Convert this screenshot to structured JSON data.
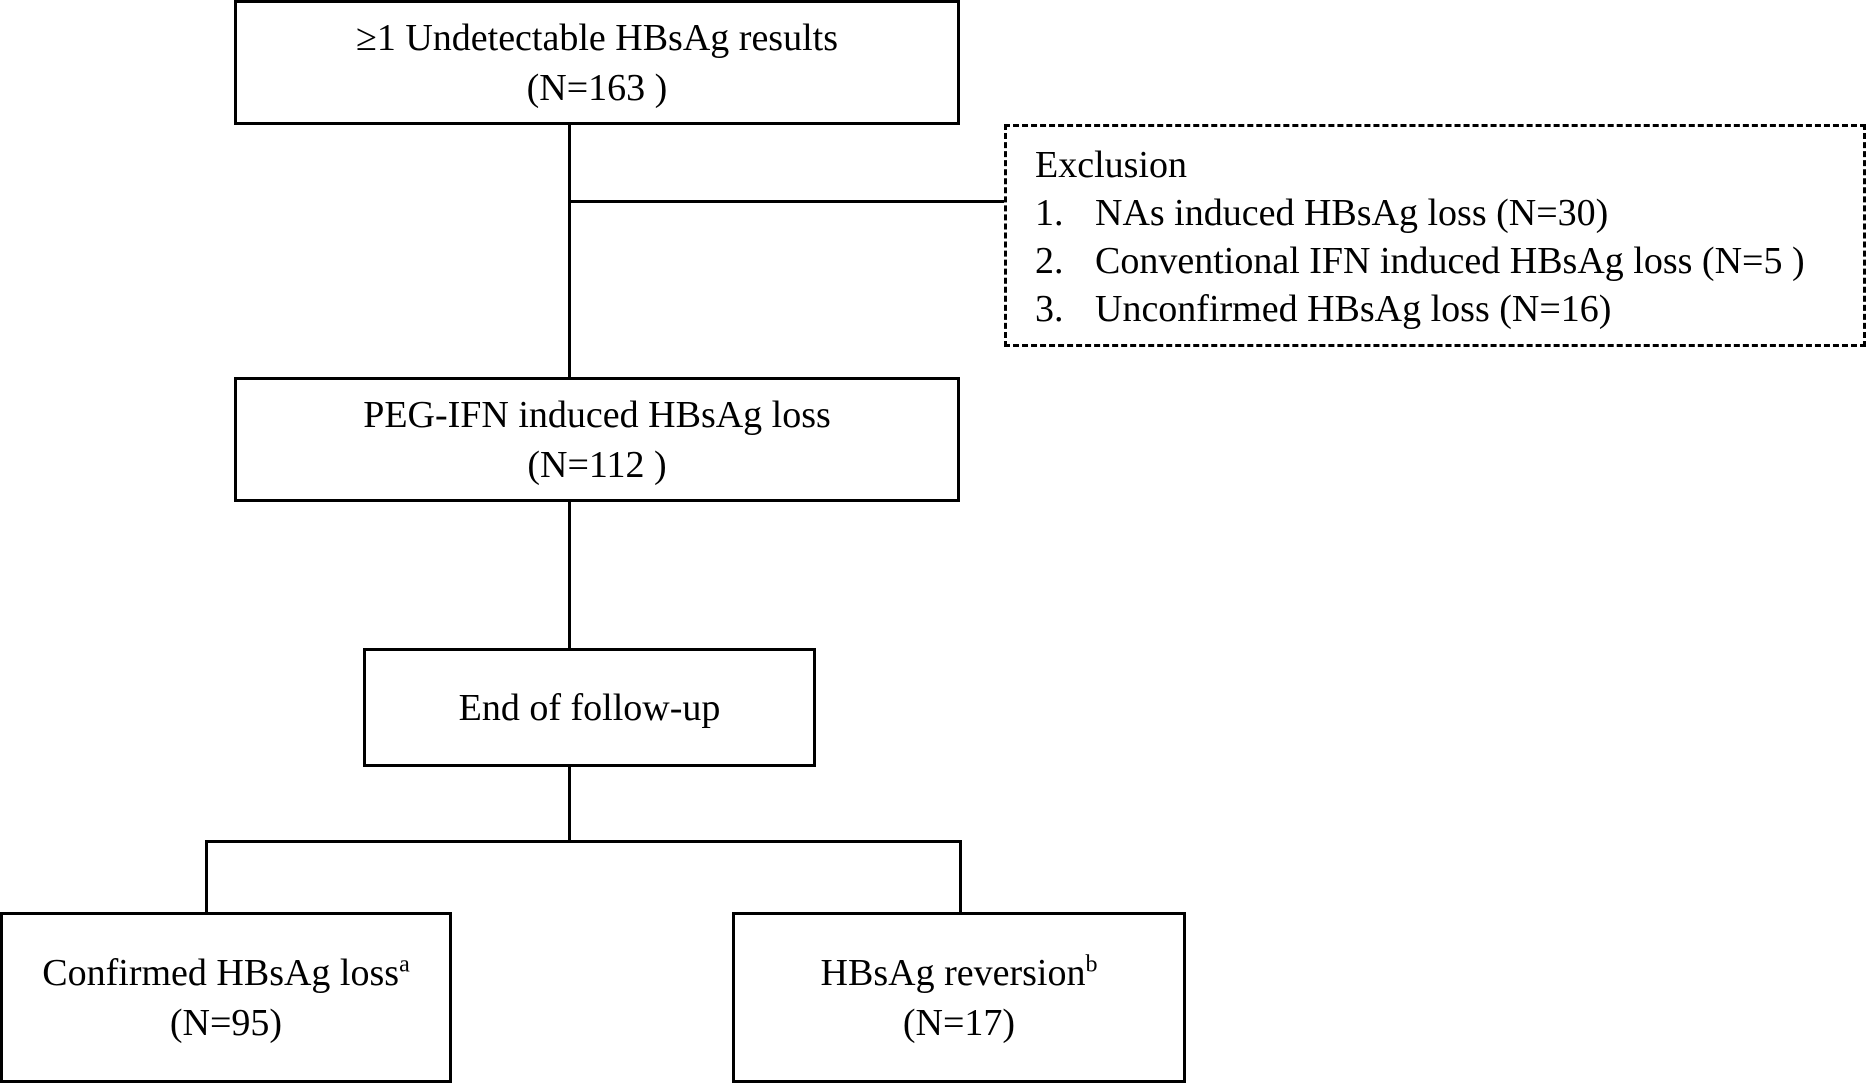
{
  "boxes": {
    "undetectable": {
      "line1": "≥1 Undetectable HBsAg results",
      "line2": "(N=163 )"
    },
    "peg_ifn": {
      "line1": "PEG-IFN induced HBsAg loss",
      "line2": "(N=112 )"
    },
    "end_followup": {
      "line1": "End of follow-up"
    },
    "confirmed": {
      "line1": "Confirmed HBsAg loss",
      "sup": "a",
      "line2": "(N=95)"
    },
    "reversion": {
      "line1": "HBsAg reversion",
      "sup": "b",
      "line2": "(N=17)"
    }
  },
  "exclusion": {
    "title": "Exclusion",
    "items": [
      {
        "num": "1.",
        "text": "NAs induced HBsAg loss (N=30)"
      },
      {
        "num": "2.",
        "text": "Conventional IFN induced HBsAg loss (N=5 )"
      },
      {
        "num": "3.",
        "text": "Unconfirmed HBsAg loss (N=16)"
      }
    ]
  }
}
